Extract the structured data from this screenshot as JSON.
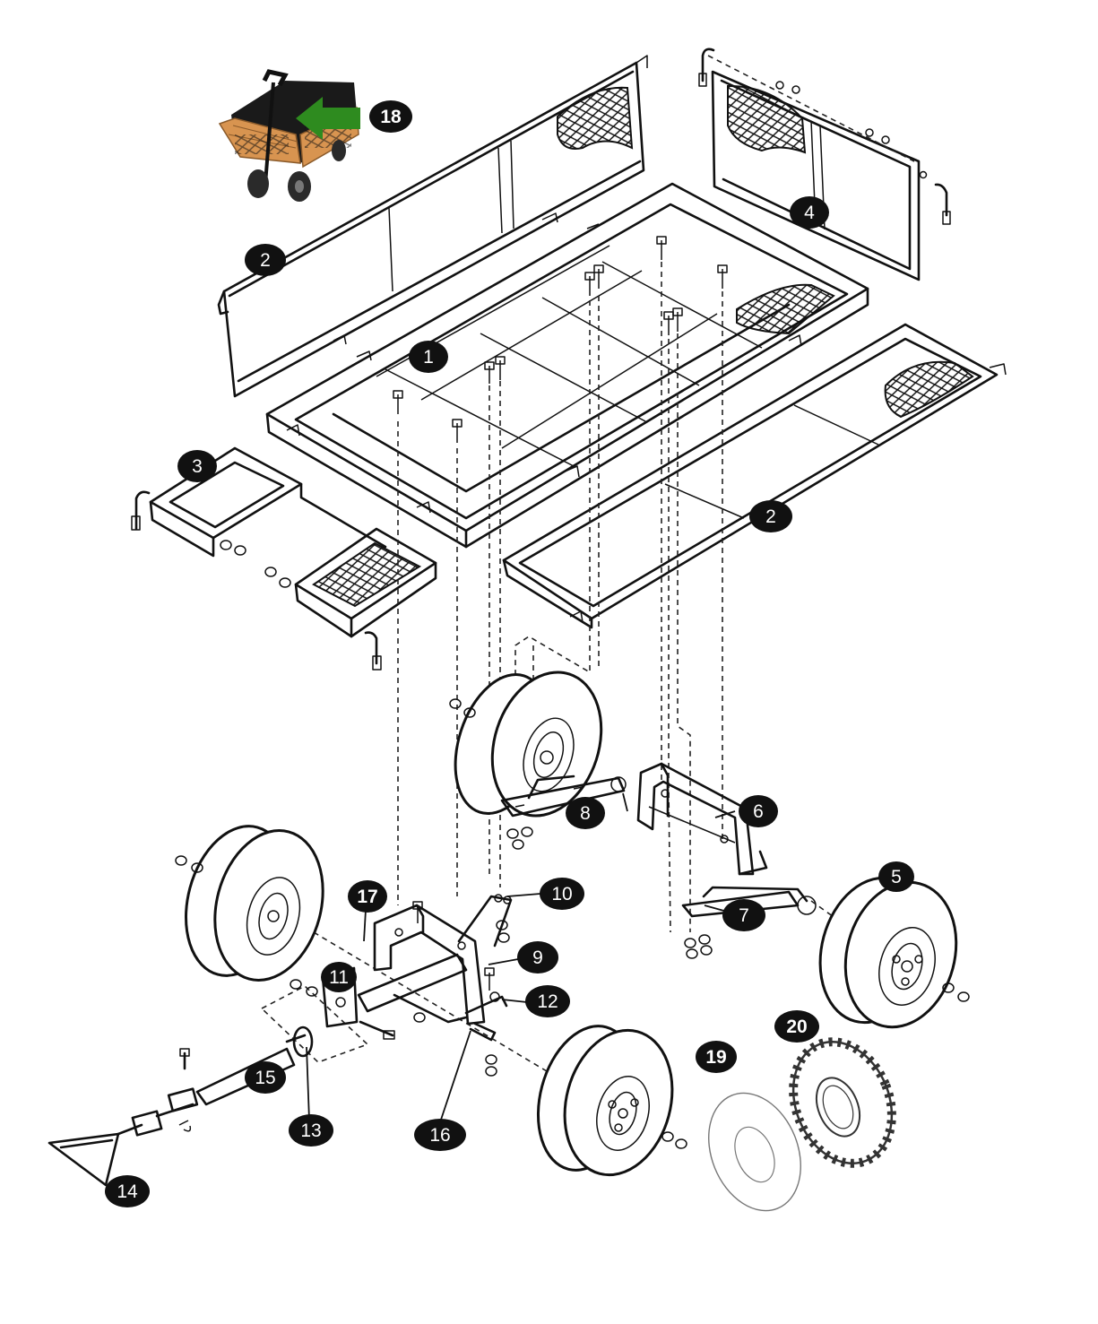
{
  "diagram": {
    "callouts": [
      {
        "id": "1",
        "label": "1"
      },
      {
        "id": "2a",
        "label": "2"
      },
      {
        "id": "2b",
        "label": "2"
      },
      {
        "id": "3",
        "label": "3"
      },
      {
        "id": "4",
        "label": "4"
      },
      {
        "id": "5",
        "label": "5"
      },
      {
        "id": "6",
        "label": "6"
      },
      {
        "id": "7",
        "label": "7"
      },
      {
        "id": "8",
        "label": "8"
      },
      {
        "id": "9",
        "label": "9"
      },
      {
        "id": "10",
        "label": "10"
      },
      {
        "id": "11",
        "label": "11"
      },
      {
        "id": "12",
        "label": "12"
      },
      {
        "id": "13",
        "label": "13"
      },
      {
        "id": "14",
        "label": "14"
      },
      {
        "id": "15",
        "label": "15"
      },
      {
        "id": "16",
        "label": "16"
      },
      {
        "id": "17",
        "label": "17"
      },
      {
        "id": "18",
        "label": "18"
      },
      {
        "id": "19",
        "label": "19"
      },
      {
        "id": "20",
        "label": "20"
      }
    ],
    "colors": {
      "line": "#111111",
      "badge": "#111111",
      "badge_text": "#ffffff",
      "arrow": "#2e8b1f",
      "cart_frame": "#d89450",
      "cart_liner": "#1a1a1a"
    },
    "icons": [
      "green-arrow-icon",
      "garden-cart-photo"
    ]
  }
}
